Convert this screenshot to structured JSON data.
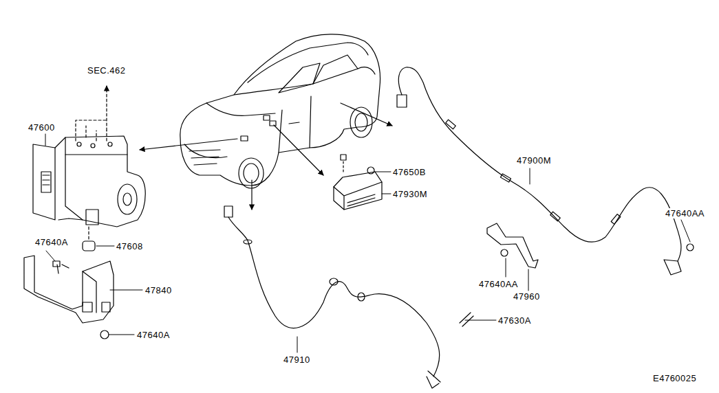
{
  "diagram": {
    "labels": [
      "SEC.462",
      "47600",
      "47640A",
      "47608",
      "47840",
      "47640A",
      "47910",
      "47630A",
      "47650B",
      "47930M",
      "47900M",
      "47640AA",
      "47640AA",
      "47960",
      "E4760025"
    ]
  }
}
